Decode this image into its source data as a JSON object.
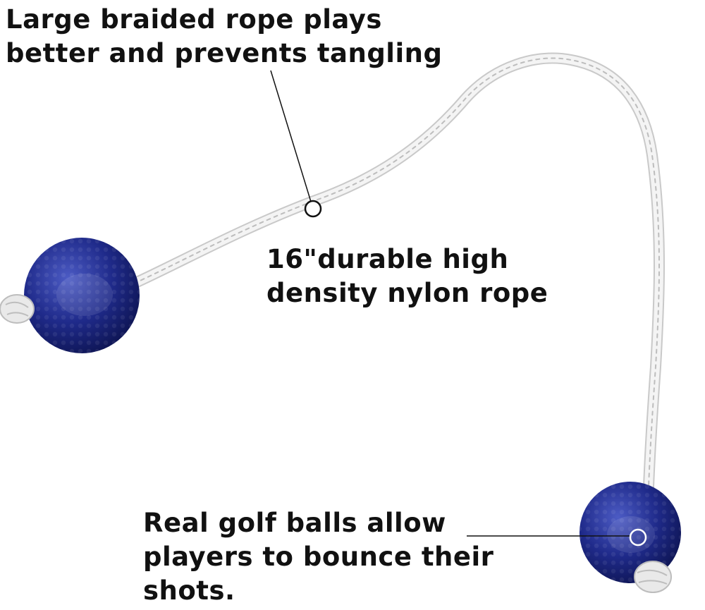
{
  "callouts": {
    "rope_braid": {
      "line1": "Large braided rope plays",
      "line2": "better and prevents tangling"
    },
    "rope_length": {
      "line1": "16\"durable high",
      "line2": "density nylon rope"
    },
    "golf_balls": {
      "line1": "Real golf balls allow",
      "line2": "players to bounce their",
      "line3": "shots."
    }
  },
  "colors": {
    "background": "#ffffff",
    "text": "#111111",
    "ball": "#1f2a8a",
    "ball_highlight": "#5a6ad0",
    "rope": "#f2f2f2",
    "rope_shadow": "#c9c9c9",
    "leader_line": "#111111"
  }
}
